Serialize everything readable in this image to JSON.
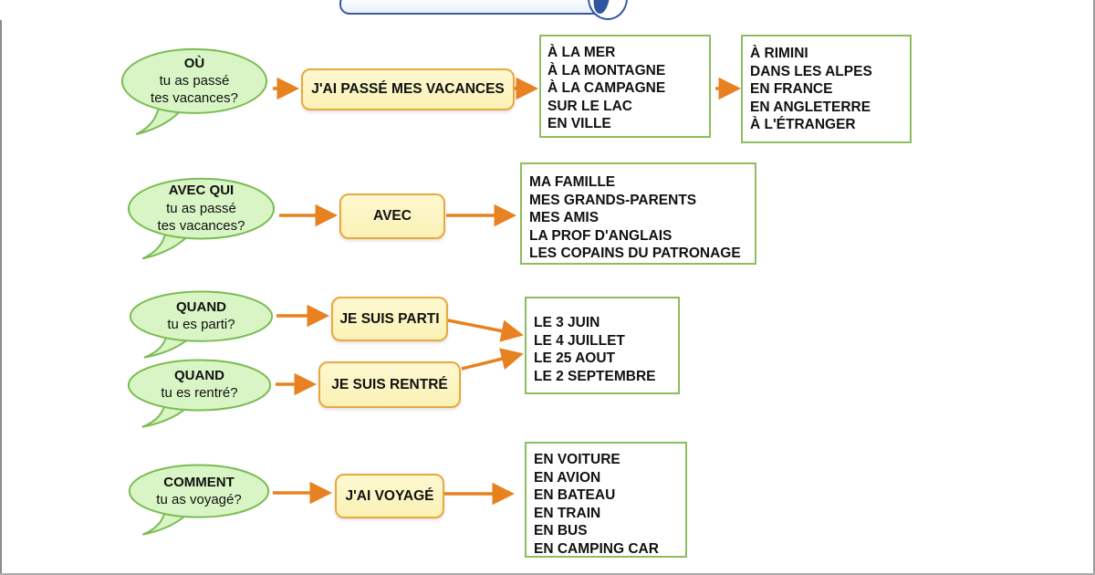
{
  "colors": {
    "bubble_fill": "#d9f5c5",
    "bubble_border": "#7bbc53",
    "phrase_fill": "#fdf6c2",
    "phrase_border": "#e9a73e",
    "options_border": "#8abe5f",
    "arrow": "#e8811f",
    "banner_blue": "#3a57a7"
  },
  "banner": {
    "icon": "page-curl-icon"
  },
  "bubbles": [
    {
      "title": "OÙ",
      "line1": "tu as passé",
      "line2": "tes vacances?"
    },
    {
      "title": "AVEC QUI",
      "line1": "tu as passé",
      "line2": "tes vacances?"
    },
    {
      "title": "QUAND",
      "line1": "tu es parti?"
    },
    {
      "title": "QUAND",
      "line1": "tu es rentré?"
    },
    {
      "title": "COMMENT",
      "line1": "tu as voyagé?"
    }
  ],
  "phrases": [
    {
      "label": "J'AI PASSÉ MES VACANCES"
    },
    {
      "label": "AVEC"
    },
    {
      "label": "JE SUIS PARTI"
    },
    {
      "label": "JE SUIS RENTRÉ"
    },
    {
      "label": "J'AI VOYAGÉ"
    }
  ],
  "option_boxes": {
    "places_general": [
      "À LA MER",
      "À LA MONTAGNE",
      "À LA CAMPAGNE",
      "SUR LE LAC",
      "EN VILLE"
    ],
    "places_specific": [
      "À RIMINI",
      "DANS LES ALPES",
      "EN FRANCE",
      "EN ANGLETERRE",
      "À L'ÉTRANGER"
    ],
    "companions": [
      "MA FAMILLE",
      "MES GRANDS-PARENTS",
      "MES AMIS",
      "LA PROF D'ANGLAIS",
      "LES COPAINS DU PATRONAGE"
    ],
    "dates": [
      "LE 3 JUIN",
      "LE 4 JUILLET",
      "LE 25 AOUT",
      "LE 2 SEPTEMBRE"
    ],
    "transport": [
      "EN VOITURE",
      "EN AVION",
      "EN BATEAU",
      "EN TRAIN",
      "EN BUS",
      "EN CAMPING CAR"
    ]
  }
}
